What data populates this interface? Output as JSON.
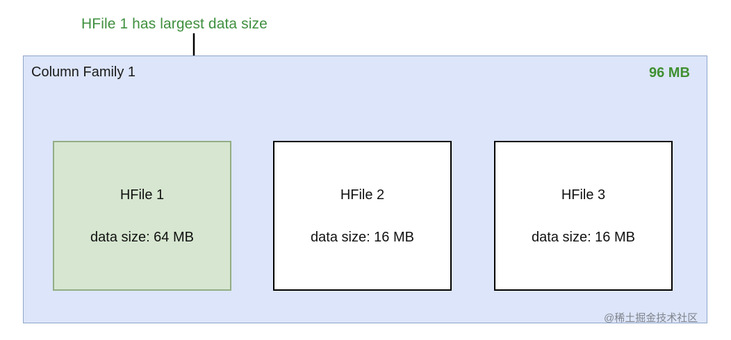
{
  "annotation": {
    "text": "HFile 1 has largest data size",
    "color": "#3f8f3f"
  },
  "container": {
    "title": "Column Family 1",
    "total_size": "96 MB",
    "fill_color": "#dce5f9",
    "border_color": "#8ea4c8",
    "total_color": "#3f9031"
  },
  "hfiles": [
    {
      "name": "HFile 1",
      "size_label": "data size: 64 MB",
      "highlighted": true,
      "fill_color": "#d6e6d0",
      "border_color": "#93ad84"
    },
    {
      "name": "HFile 2",
      "size_label": "data size: 16 MB",
      "highlighted": false,
      "fill_color": "#ffffff",
      "border_color": "#000000"
    },
    {
      "name": "HFile 3",
      "size_label": "data size: 16 MB",
      "highlighted": false,
      "fill_color": "#ffffff",
      "border_color": "#000000"
    }
  ],
  "arrow": {
    "icon": "down-arrow-icon",
    "color": "#000000"
  },
  "watermark": {
    "text": "@稀土掘金技术社区"
  }
}
